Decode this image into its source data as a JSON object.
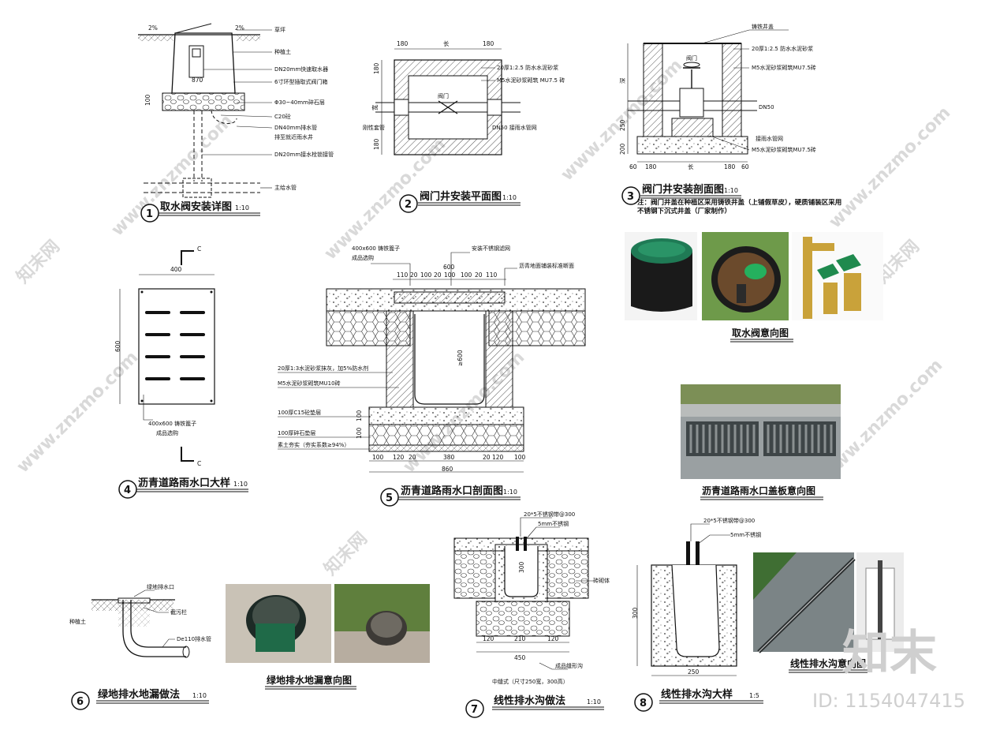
{
  "colors": {
    "line": "#111111",
    "hatch": "#555555",
    "grass": "#7aa35a",
    "cover_green": "#1f7a55",
    "brass": "#c9a23a",
    "pavement": "#9aa0a2",
    "watermark": "#bbbbbb"
  },
  "drawings": [
    {
      "no": "1",
      "title": "取水阀安装详图",
      "scale": "1:10",
      "labels": [
        "草坪",
        "种植土",
        "DN20mm快速取水器",
        "6寸环型插取式阀门箱",
        "Φ30~40mm碎石层",
        "C20砼",
        "DN40mm排水管",
        "排至就近雨水井",
        "DN20mm接水栓锁接管",
        "主给水管"
      ],
      "dims": [
        "2%",
        "2%",
        "870",
        "100"
      ]
    },
    {
      "no": "2",
      "title": "阀门井安装平面图",
      "scale": "1:10",
      "labels": [
        "20厚1:2.5 防水水泥砂浆",
        "M5水泥砂浆砌筑 MU7.5 砖",
        "阀门",
        "刚性套管",
        "DN50 接雨水管网"
      ],
      "dims": [
        "180",
        "长",
        "180",
        "180",
        "宽",
        "180"
      ]
    },
    {
      "no": "3",
      "title": "阀门井安装剖面图",
      "scale": "1:10",
      "note": "注：阀门井盖在种植区采用铸铁井盖（上铺假草皮），硬质铺装区采用不锈钢下沉式井盖（厂家制作）",
      "labels": [
        "铸铁井盖",
        "20厚1:2.5 防水水泥砂浆",
        "阀门",
        "M5水泥砂浆砌筑MU7.5砖",
        "DN50",
        "接雨水管网",
        "M5水泥砂浆砌筑MU7.5砖"
      ],
      "dims": [
        "深",
        "250",
        "200",
        "60",
        "180",
        "长",
        "180",
        "60"
      ]
    },
    {
      "no": "4",
      "title": "沥青道路雨水口大样",
      "scale": "1:10",
      "labels": [
        "C",
        "C",
        "400x600 铸铁篦子",
        "成品选购"
      ],
      "dims": [
        "400",
        "600"
      ]
    },
    {
      "no": "5",
      "title": "沥青道路雨水口剖面图",
      "scale": "1:10",
      "labels": [
        "400x600 铸铁篦子",
        "成品选购",
        "安装不锈钢滤网",
        "沥青地面铺装标准断面",
        "20厚1:3水泥砂浆抹灰，加5%防水剂",
        "M5水泥砂浆砌筑MU10砖",
        "100厚C15砼垫层",
        "100厚碎石垫层",
        "素土夯实（夯实系数≥94%）"
      ],
      "dims": [
        "110",
        "20",
        "100",
        "20",
        "100",
        "600",
        "100",
        "20",
        "110",
        "≥600",
        "100",
        "100",
        "100",
        "120",
        "20",
        "380",
        "20",
        "120",
        "100",
        "860"
      ]
    },
    {
      "no": "6",
      "title": "绿地排水地漏做法",
      "scale": "1:10",
      "labels": [
        "绿地排水口",
        "截污栏",
        "种植土",
        "De110排水管"
      ]
    },
    {
      "no": "7",
      "title": "线性排水沟做法",
      "scale": "1:10",
      "labels": [
        "20*5不锈钢带@300",
        "5mm不锈钢",
        "砖砌体",
        "成品缝形沟",
        "中缝式（尺寸250宽，300高）"
      ],
      "dims": [
        "120",
        "210",
        "120",
        "450",
        "300"
      ]
    },
    {
      "no": "8",
      "title": "线性排水沟大样",
      "scale": "1:5",
      "labels": [
        "20*5不锈钢带@300",
        "5mm不锈钢"
      ],
      "dims": [
        "300",
        "250"
      ]
    }
  ],
  "photos": [
    {
      "caption": "取水阀意向图"
    },
    {
      "caption": "沥青道路雨水口盖板意向图"
    },
    {
      "caption": "绿地排水地漏意向图"
    },
    {
      "caption": "线性排水沟意向图"
    }
  ],
  "watermark": {
    "text": "www.znzmo.com",
    "brand": "知末",
    "brand_cn": "知末网",
    "id": "ID: 1154047415"
  }
}
